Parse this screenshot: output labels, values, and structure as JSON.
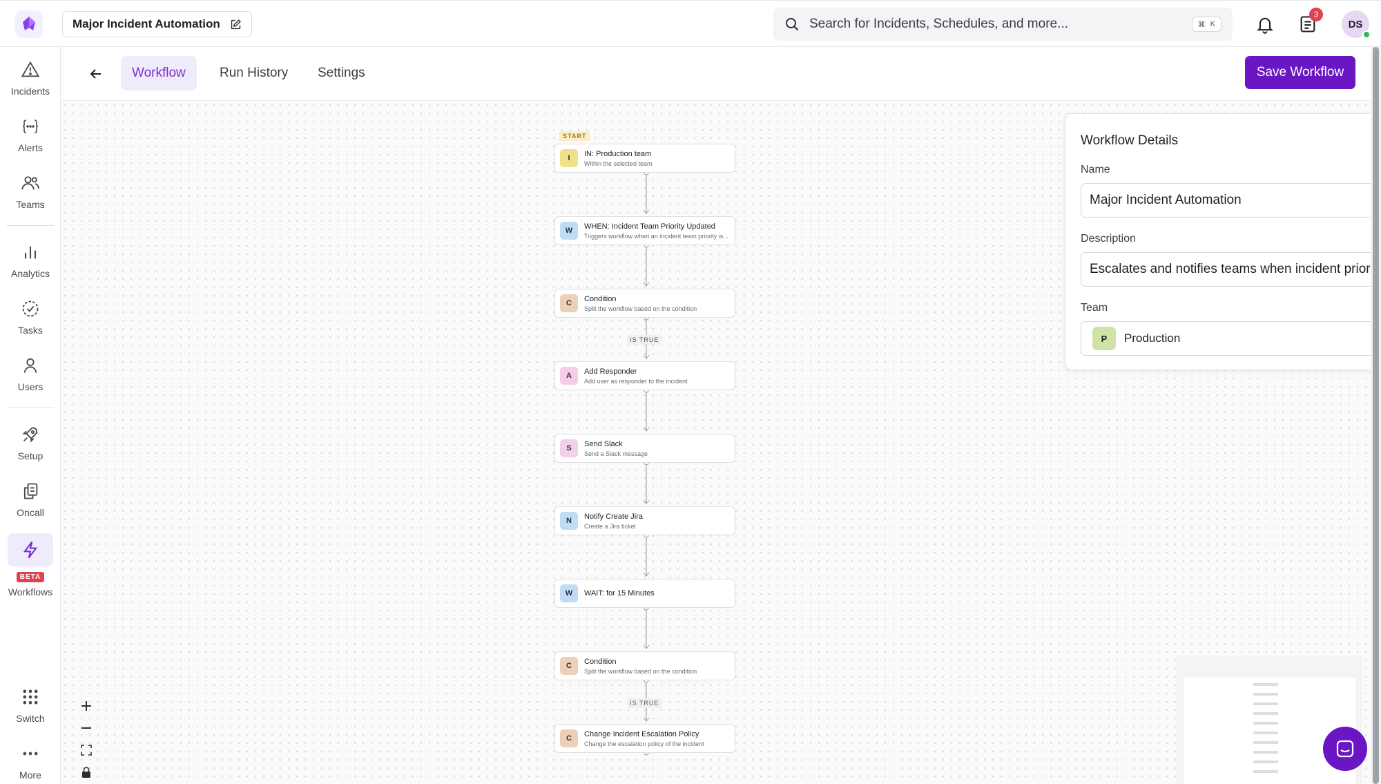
{
  "workflow_title": "Major Incident Automation",
  "search": {
    "placeholder": "Search for Incidents, Schedules, and more...",
    "shortcut_symbol": "⌘",
    "shortcut_key": "K"
  },
  "notifications_count": "3",
  "user_initials": "DS",
  "sidebar": {
    "items": [
      {
        "label": "Incidents",
        "icon": "warning-icon"
      },
      {
        "label": "Alerts",
        "icon": "alert-braces-icon"
      },
      {
        "label": "Teams",
        "icon": "teams-icon"
      },
      {
        "label": "Analytics",
        "icon": "analytics-icon"
      },
      {
        "label": "Tasks",
        "icon": "tasks-icon"
      },
      {
        "label": "Users",
        "icon": "user-icon"
      },
      {
        "label": "Setup",
        "icon": "rocket-icon"
      },
      {
        "label": "Oncall",
        "icon": "oncall-icon"
      },
      {
        "label": "Workflows",
        "icon": "lightning-icon",
        "badge": "BETA",
        "active": true
      },
      {
        "label": "Switch",
        "icon": "grid-dots-icon"
      },
      {
        "label": "More",
        "icon": "more-dots-icon"
      }
    ]
  },
  "tabs": [
    {
      "label": "Workflow",
      "active": true
    },
    {
      "label": "Run History"
    },
    {
      "label": "Settings"
    }
  ],
  "save_label": "Save Workflow",
  "start_label": "START",
  "nodes": [
    {
      "letter": "I",
      "title": "IN: Production team",
      "sub": "Within the selected team",
      "color": "#f0e08a"
    },
    {
      "letter": "W",
      "title": "WHEN: Incident Team Priority Updated",
      "sub": "Triggers workflow when an incident team priority is...",
      "color": "#bfdcf7"
    },
    {
      "letter": "C",
      "title": "Condition",
      "sub": "Split the workflow based on the condition",
      "color": "#ecd0b8"
    },
    {
      "letter": "A",
      "title": "Add Responder",
      "sub": "Add user as responder to the incident",
      "color": "#f5cde6"
    },
    {
      "letter": "S",
      "title": "Send Slack",
      "sub": "Send a Slack message",
      "color": "#f2d0ea"
    },
    {
      "letter": "N",
      "title": "Notify Create Jira",
      "sub": "Create a Jira ticket",
      "color": "#bfdcf7"
    },
    {
      "letter": "W",
      "title": "WAIT: for 15 Minutes",
      "sub": "",
      "color": "#bfdcf7"
    },
    {
      "letter": "C",
      "title": "Condition",
      "sub": "Split the workflow based on the condition",
      "color": "#ecd0b8"
    },
    {
      "letter": "C",
      "title": "Change Incident Escalation Policy",
      "sub": "Change the escalation policy of the incident",
      "color": "#ecd0b8"
    }
  ],
  "is_true_label": "IS TRUE",
  "details": {
    "title": "Workflow Details",
    "name_label": "Name",
    "name_value": "Major Incident Automation",
    "description_label": "Description",
    "description_value": "Escalates and notifies teams when incident priority",
    "team_label": "Team",
    "team_letter": "P",
    "team_value": "Production"
  },
  "colors": {
    "accent": "#6a16c4",
    "accent_text": "#7b2fd0",
    "badge_red": "#e0424f"
  }
}
